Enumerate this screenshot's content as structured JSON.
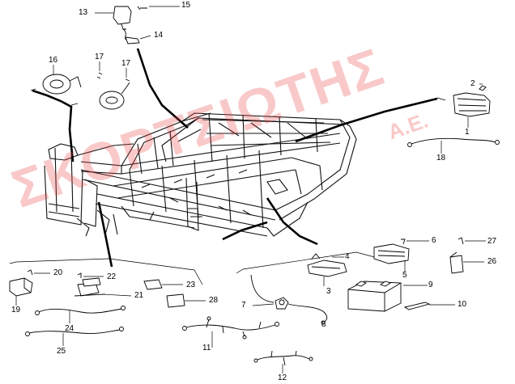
{
  "watermark": {
    "main": "ΣΚΟΡΤΣΙΩΤΗΣ",
    "tail": "Α.Ε."
  },
  "callouts": [
    {
      "id": "c1",
      "label": "1"
    },
    {
      "id": "c2",
      "label": "2"
    },
    {
      "id": "c3",
      "label": "3"
    },
    {
      "id": "c4",
      "label": "4"
    },
    {
      "id": "c5",
      "label": "5"
    },
    {
      "id": "c6",
      "label": "6"
    },
    {
      "id": "c7",
      "label": "7"
    },
    {
      "id": "c8",
      "label": "8"
    },
    {
      "id": "c9",
      "label": "9"
    },
    {
      "id": "c10",
      "label": "10"
    },
    {
      "id": "c11",
      "label": "11"
    },
    {
      "id": "c12",
      "label": "12"
    },
    {
      "id": "c13",
      "label": "13"
    },
    {
      "id": "c14",
      "label": "14"
    },
    {
      "id": "c15",
      "label": "15"
    },
    {
      "id": "c16",
      "label": "16"
    },
    {
      "id": "c17a",
      "label": "17"
    },
    {
      "id": "c17b",
      "label": "17"
    },
    {
      "id": "c18",
      "label": "18"
    },
    {
      "id": "c19",
      "label": "19"
    },
    {
      "id": "c20",
      "label": "20"
    },
    {
      "id": "c21",
      "label": "21"
    },
    {
      "id": "c22",
      "label": "22"
    },
    {
      "id": "c23",
      "label": "23"
    },
    {
      "id": "c24",
      "label": "24"
    },
    {
      "id": "c25",
      "label": "25"
    },
    {
      "id": "c26",
      "label": "26"
    },
    {
      "id": "c27",
      "label": "27"
    },
    {
      "id": "c28",
      "label": "28"
    }
  ]
}
